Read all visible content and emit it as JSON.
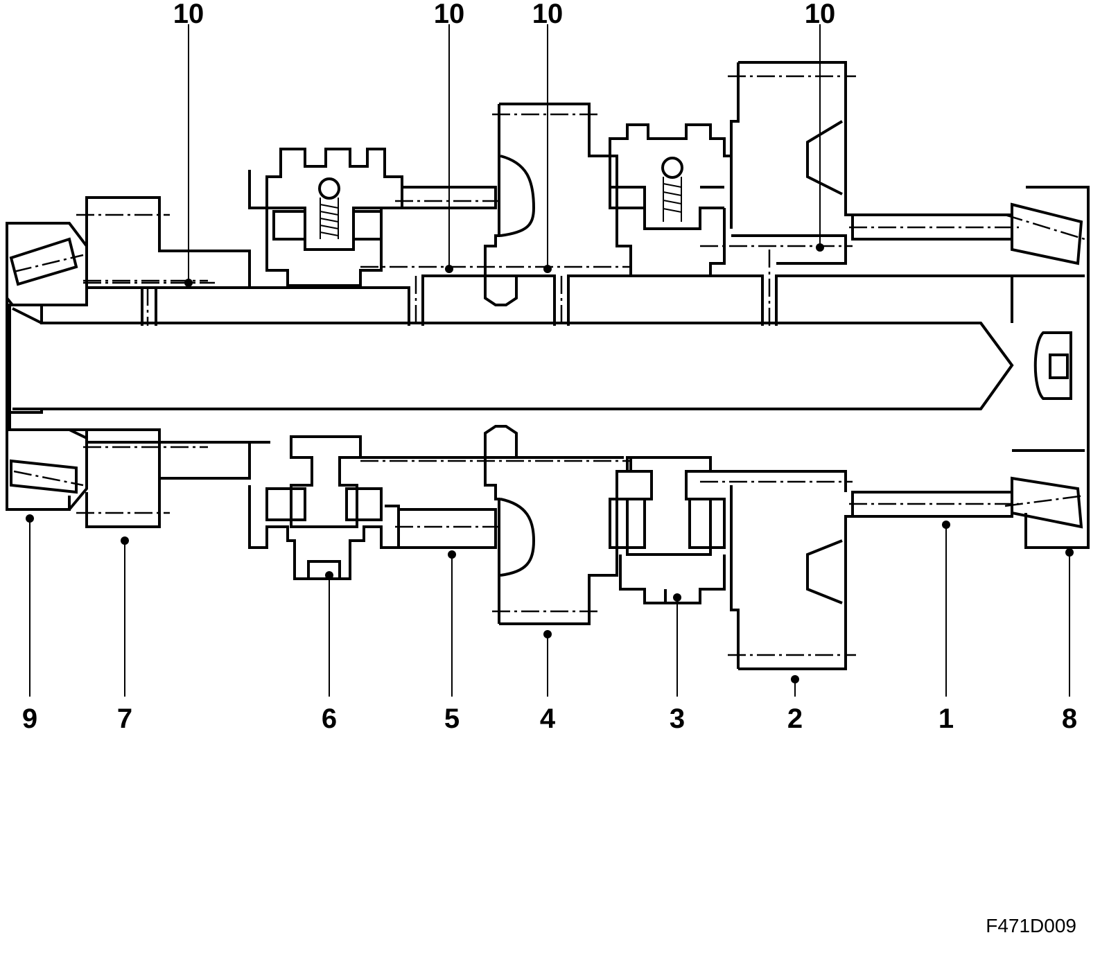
{
  "callouts_top": [
    "10",
    "10",
    "10",
    "10"
  ],
  "callouts_bottom": [
    "9",
    "7",
    "6",
    "5",
    "4",
    "3",
    "2",
    "1",
    "8"
  ],
  "figure_id": "F471D009"
}
